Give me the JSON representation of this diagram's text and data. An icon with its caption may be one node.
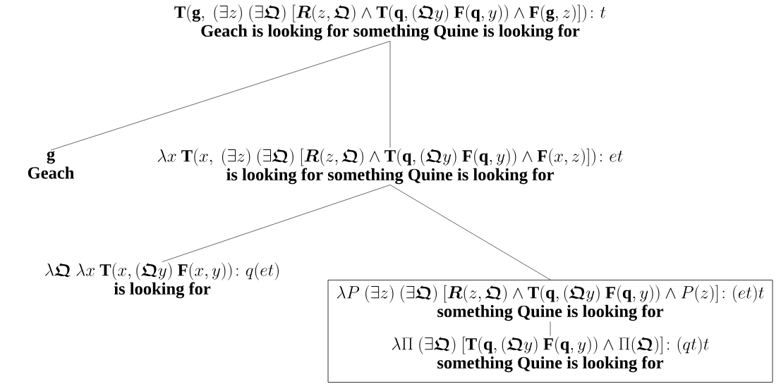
{
  "diagram": {
    "nodes": [
      {
        "text": [
          "\\mathbf{T}(\\mathbf{g},\\ (\\exists z)\\ (\\exists \\boldsymbol{\\mathfrak{Q}})\\ [\\boldsymbol{R}(z,\\boldsymbol{\\mathfrak{Q}}) \\wedge \\mathbf{T}(\\mathbf{q},(\\boldsymbol{\\mathfrak{Q}} y)\\ \\mathbf{F}(\\mathbf{q},y)) \\wedge \\mathbf{F}(\\mathbf{g},z)])\\colon t",
          "Geach is looking for something Quine is looking for"
        ]
      },
      {
        "text": [
          "\\mathbf{g}",
          "Geach"
        ]
      },
      {
        "text": [
          "\\lambda x\\ \\mathbf{T}(x,\\ (\\exists z)\\ (\\exists \\boldsymbol{\\mathfrak{Q}})\\ [\\boldsymbol{R}(z,\\boldsymbol{\\mathfrak{Q}}) \\wedge \\mathbf{T}(\\mathbf{q},(\\boldsymbol{\\mathfrak{Q}} y)\\ \\mathbf{F}(\\mathbf{q},y)) \\wedge \\mathbf{F}(x,z)])\\colon et",
          "is looking for something Quine is looking for"
        ]
      },
      {
        "text": [
          "\\lambda \\boldsymbol{\\mathfrak{Q}}\\ \\lambda x\\ \\mathbf{T}(x,(\\boldsymbol{\\mathfrak{Q}} y)\\ \\mathbf{F}(x,y))\\colon q(et)",
          "is looking for"
        ]
      },
      {
        "text": [],
        "shape": "box"
      },
      {
        "text": [
          "\\lambda P\\ (\\exists z)\\ (\\exists \\boldsymbol{\\mathfrak{Q}})\\ [\\boldsymbol{R}(z,\\boldsymbol{\\mathfrak{Q}}) \\wedge \\mathbf{T}(\\mathbf{q},(\\boldsymbol{\\mathfrak{Q}} y)\\ \\mathbf{F}(\\mathbf{q},y)) \\wedge P(z)]\\colon (et)t",
          "something Quine is looking for"
        ],
        "in": 4
      },
      {
        "text": [
          "\\lambda \\Pi\\ (\\exists \\boldsymbol{\\mathfrak{Q}})\\ [\\mathbf{T}(\\mathbf{q},(\\boldsymbol{\\mathfrak{Q}} y)\\ \\mathbf{F}(\\mathbf{q},y)) \\wedge \\Pi(\\boldsymbol{\\mathfrak{Q}})]\\colon (qt)t",
          "something Quine is looking for"
        ],
        "in": 4
      }
    ],
    "edges": [
      {
        "from": 0,
        "to": 1,
        "arrow": "none"
      },
      {
        "from": 0,
        "to": 2,
        "arrow": "none"
      },
      {
        "from": 2,
        "to": 3,
        "arrow": "none"
      },
      {
        "from": 2,
        "to": 4,
        "arrow": "none"
      },
      {
        "from": 5,
        "to": 6,
        "arrow": "none"
      }
    ]
  }
}
